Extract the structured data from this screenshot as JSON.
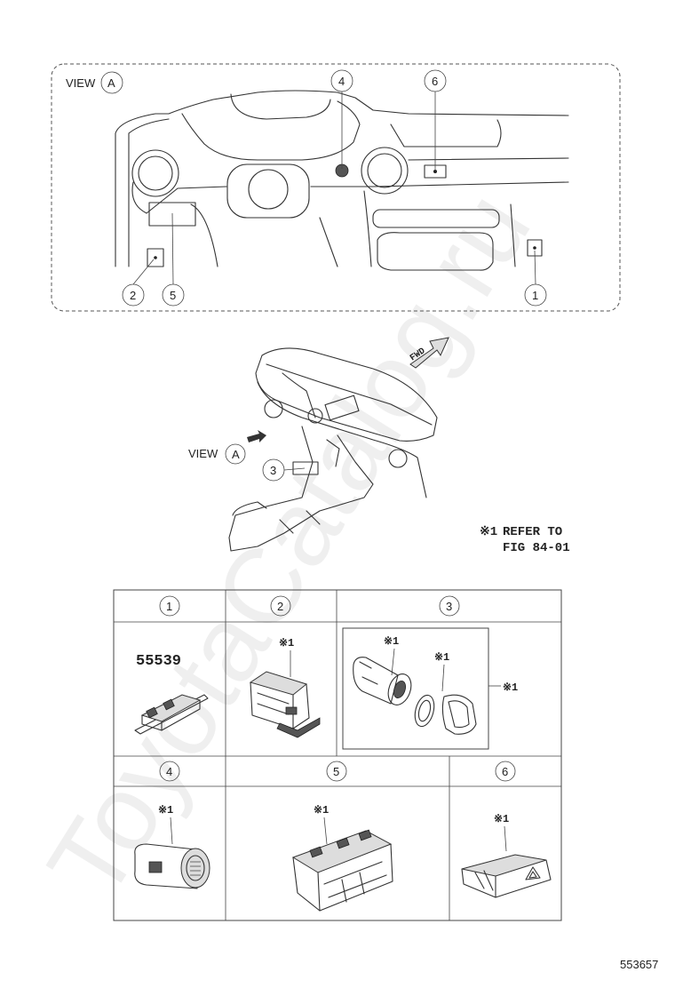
{
  "view_label": "VIEW",
  "view_letter": "A",
  "top_callouts": [
    "4",
    "6",
    "2",
    "5",
    "1"
  ],
  "assembly_callout": "3",
  "fwd_label": "FWD",
  "note": {
    "mark": "※1",
    "line1": "REFER TO",
    "line2": "FIG 84-01"
  },
  "table": {
    "headers": [
      "1",
      "2",
      "3",
      "4",
      "5",
      "6"
    ],
    "part_number": "55539",
    "ref_mark": "※1"
  },
  "watermark": "ToyotaCatalog.ru",
  "figure_number": "553657"
}
